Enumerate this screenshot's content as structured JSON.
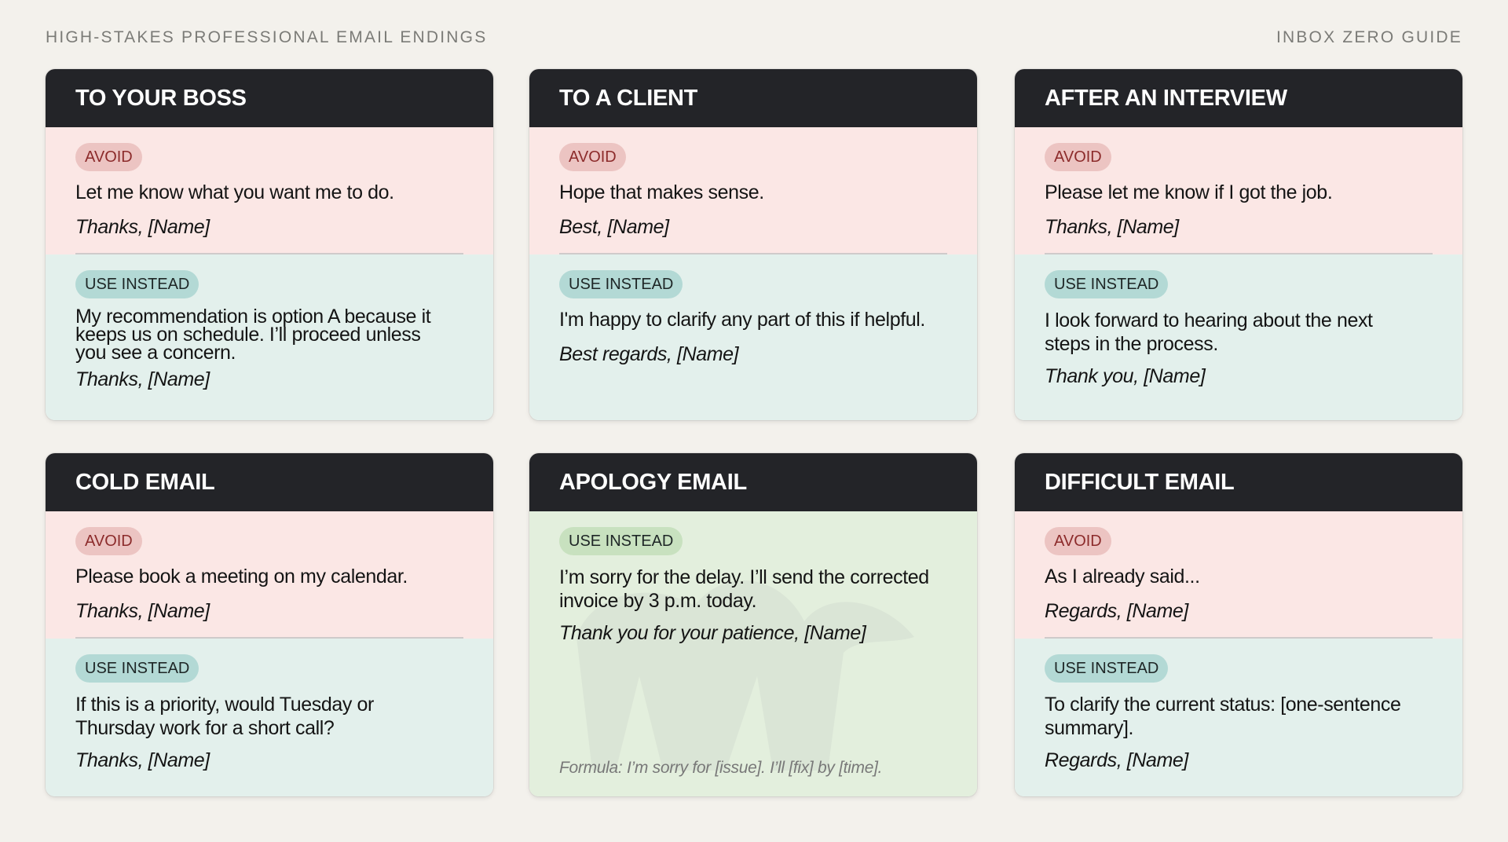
{
  "header": {
    "title": "HIGH-STAKES PROFESSIONAL EMAIL ENDINGS",
    "guide": "INBOX ZERO GUIDE"
  },
  "colors": {
    "page_bg": "#f3f1ec",
    "card_header_bg": "#232428",
    "avoid_bg": "#fbe7e5",
    "avoid_badge_bg": "#ecc4c2",
    "avoid_badge_text": "#8c2b2b",
    "use_bg": "#e3f0ec",
    "use_badge_bg": "#b3d9d5",
    "apology_bg": "#e3efdd",
    "apology_badge_bg": "#c8e1bf"
  },
  "labels": {
    "avoid": "AVOID",
    "use_instead": "USE INSTEAD"
  },
  "cards": [
    {
      "title": "TO YOUR BOSS",
      "avoid": {
        "lines": [
          "Let me know what you want me to do."
        ],
        "signoff": "Thanks, [Name]"
      },
      "use": {
        "lines": [
          "My recommendation is option A because it",
          "keeps us on schedule. I’ll proceed unless",
          "you see a concern."
        ],
        "signoff": "Thanks, [Name]"
      }
    },
    {
      "title": "TO A CLIENT",
      "avoid": {
        "lines": [
          "Hope that makes sense."
        ],
        "signoff": "Best, [Name]"
      },
      "use": {
        "lines": [
          "I'm happy to clarify any part of this if helpful."
        ],
        "signoff": "Best regards, [Name]"
      }
    },
    {
      "title": "AFTER AN INTERVIEW",
      "avoid": {
        "lines": [
          "Please let me know if I got the job."
        ],
        "signoff": "Thanks, [Name]"
      },
      "use": {
        "lines": [
          "I look forward to hearing about the next",
          "steps in the process."
        ],
        "signoff": "Thank you, [Name]"
      }
    },
    {
      "title": "COLD EMAIL",
      "avoid": {
        "lines": [
          "Please book a meeting on my calendar."
        ],
        "signoff": "Thanks, [Name]"
      },
      "use": {
        "lines": [
          "If this is a priority, would Tuesday or",
          "Thursday work for a short call?"
        ],
        "signoff": "Thanks, [Name]"
      }
    },
    {
      "title": "APOLOGY EMAIL",
      "use": {
        "lines": [
          "I’m sorry for the delay. I’ll send the corrected",
          "invoice by 3 p.m. today."
        ],
        "signoff": "Thank you for your patience, [Name]"
      },
      "formula": "Formula: I’m sorry for [issue]. I’ll [fix] by [time]."
    },
    {
      "title": "DIFFICULT EMAIL",
      "avoid": {
        "lines": [
          "As I already said..."
        ],
        "signoff": "Regards, [Name]"
      },
      "use": {
        "lines": [
          "To clarify the current status: [one-sentence",
          "summary]."
        ],
        "signoff": "Regards, [Name]"
      }
    }
  ]
}
